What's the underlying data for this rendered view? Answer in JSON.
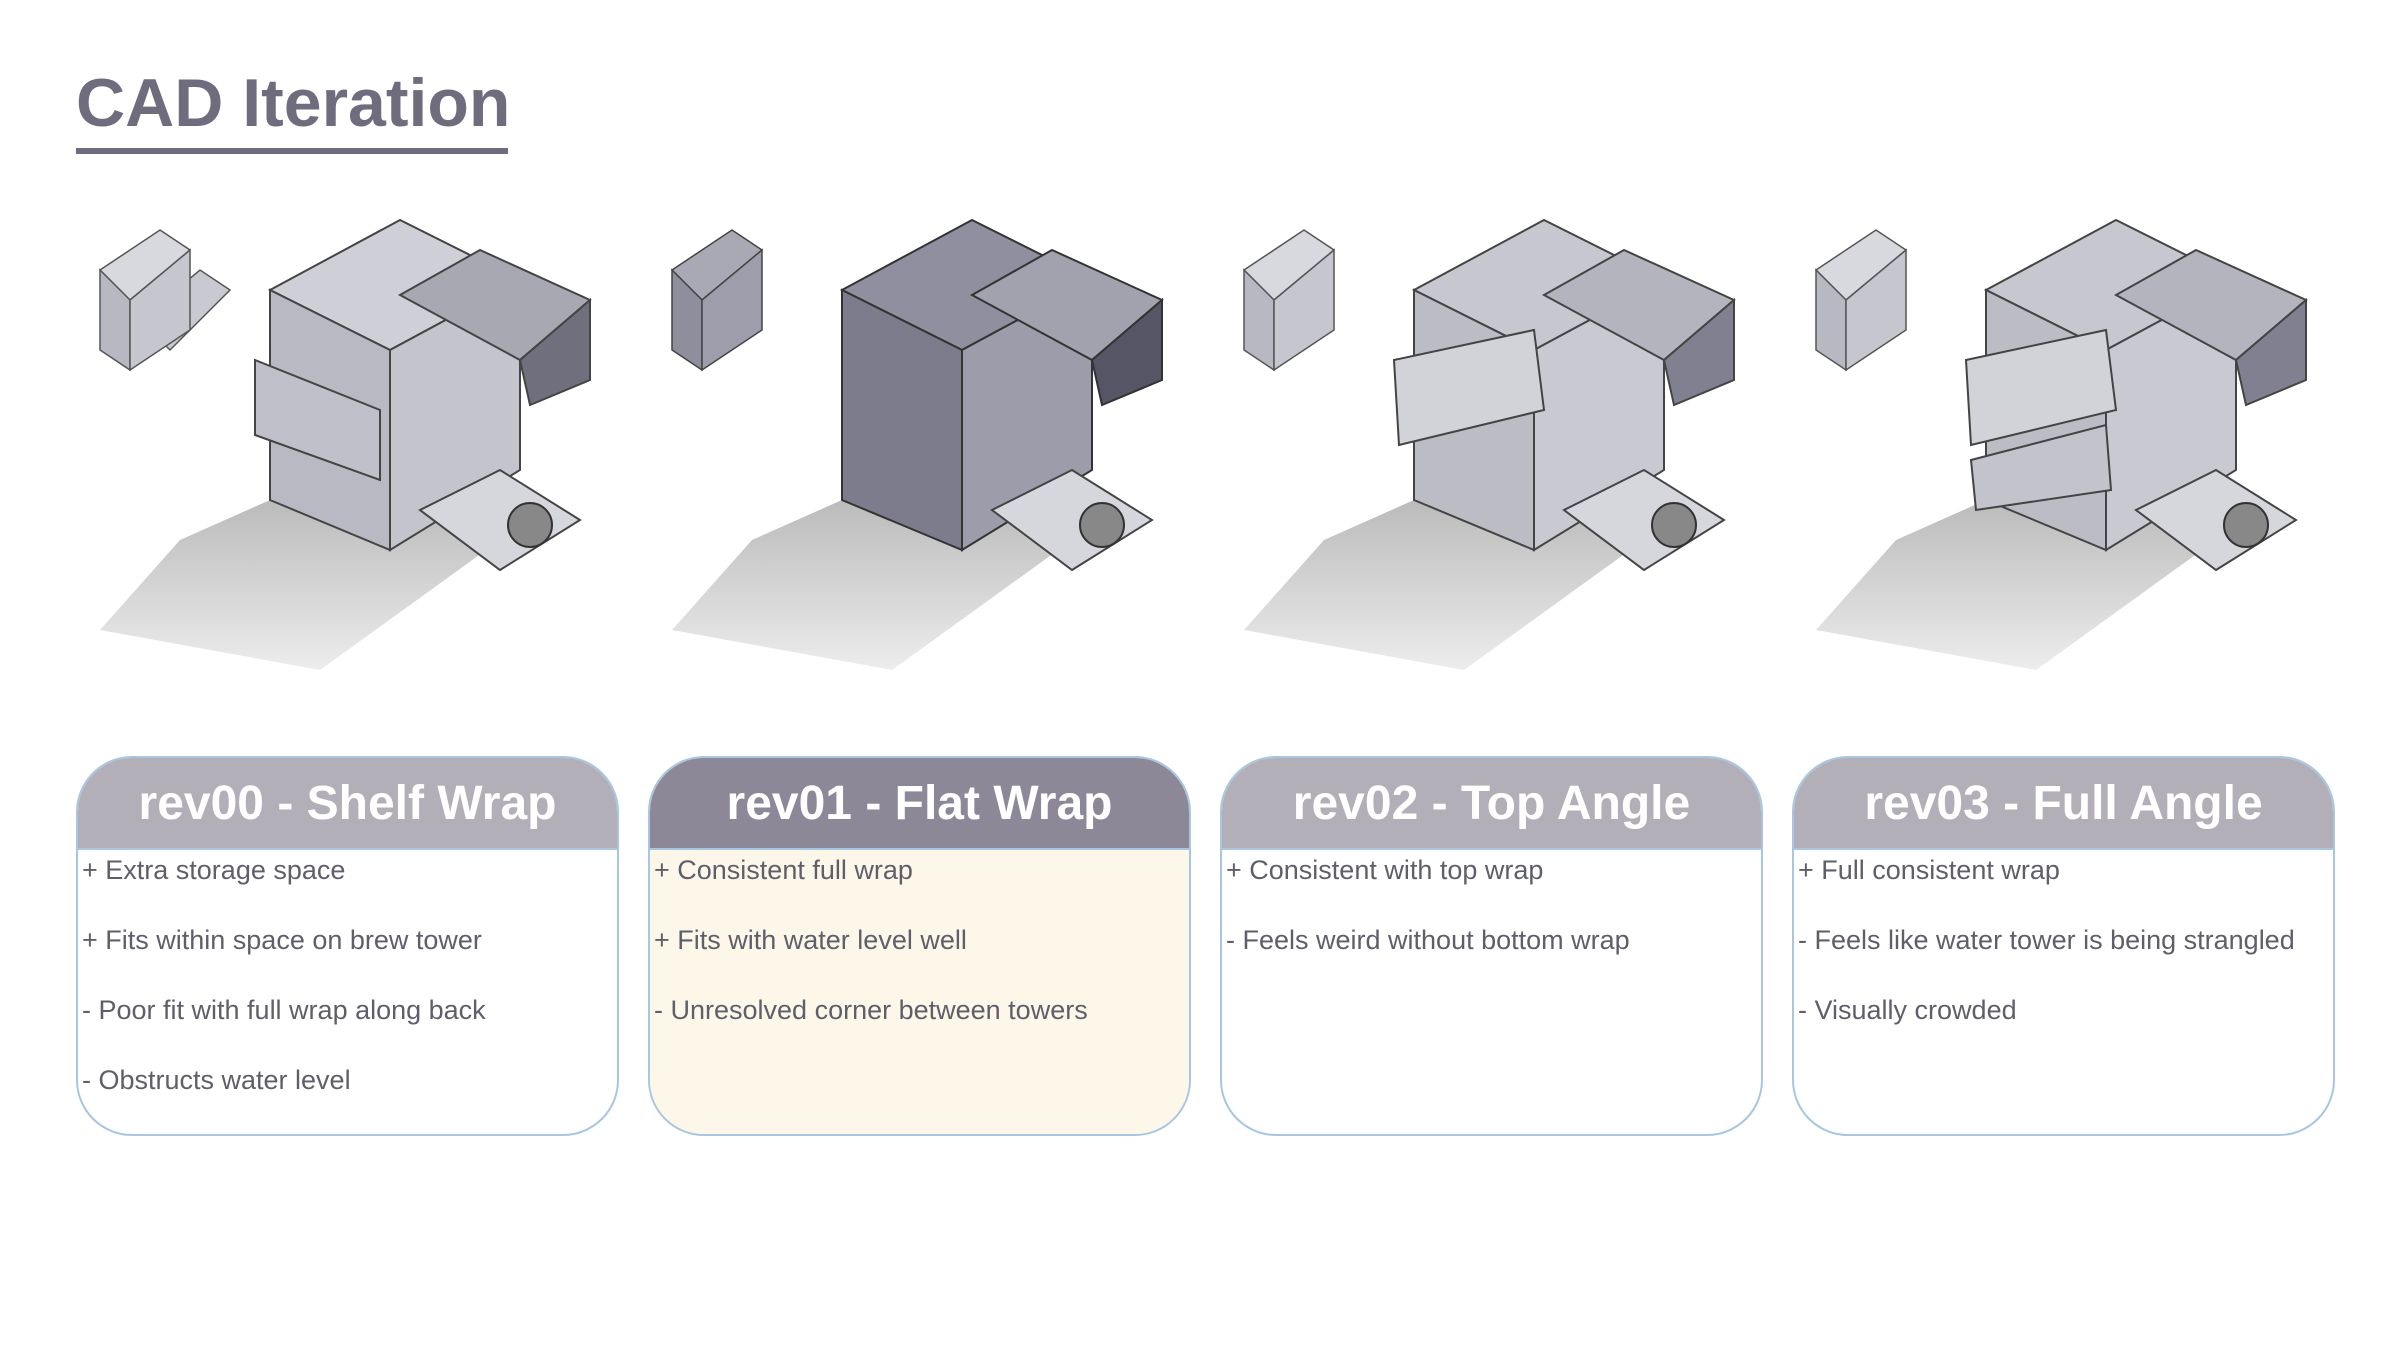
{
  "page": {
    "title": "CAD Iteration",
    "accent_color": "#6f6d7d",
    "header_color": "#b3afb8",
    "header_highlight_color": "#8c8898",
    "border_color": "#a9c6e0",
    "highlight_fill": "#fdf7e9"
  },
  "revisions": [
    {
      "title": "rev00 - Shelf Wrap",
      "highlighted": false,
      "notes": [
        "+ Extra storage space",
        "+ Fits within space on brew tower",
        "- Poor fit with full wrap along back",
        "- Obstructs water level"
      ]
    },
    {
      "title": "rev01 - Flat Wrap",
      "highlighted": true,
      "notes": [
        "+ Consistent full wrap",
        "+ Fits with water level well",
        "- Unresolved corner between towers"
      ]
    },
    {
      "title": "rev02 - Top Angle",
      "highlighted": false,
      "notes": [
        "+ Consistent with top wrap",
        "- Feels weird without bottom wrap"
      ]
    },
    {
      "title": "rev03 - Full Angle",
      "highlighted": false,
      "notes": [
        "+ Full consistent wrap",
        "- Feels like water tower is being strangled",
        "- Visually crowded"
      ]
    }
  ]
}
